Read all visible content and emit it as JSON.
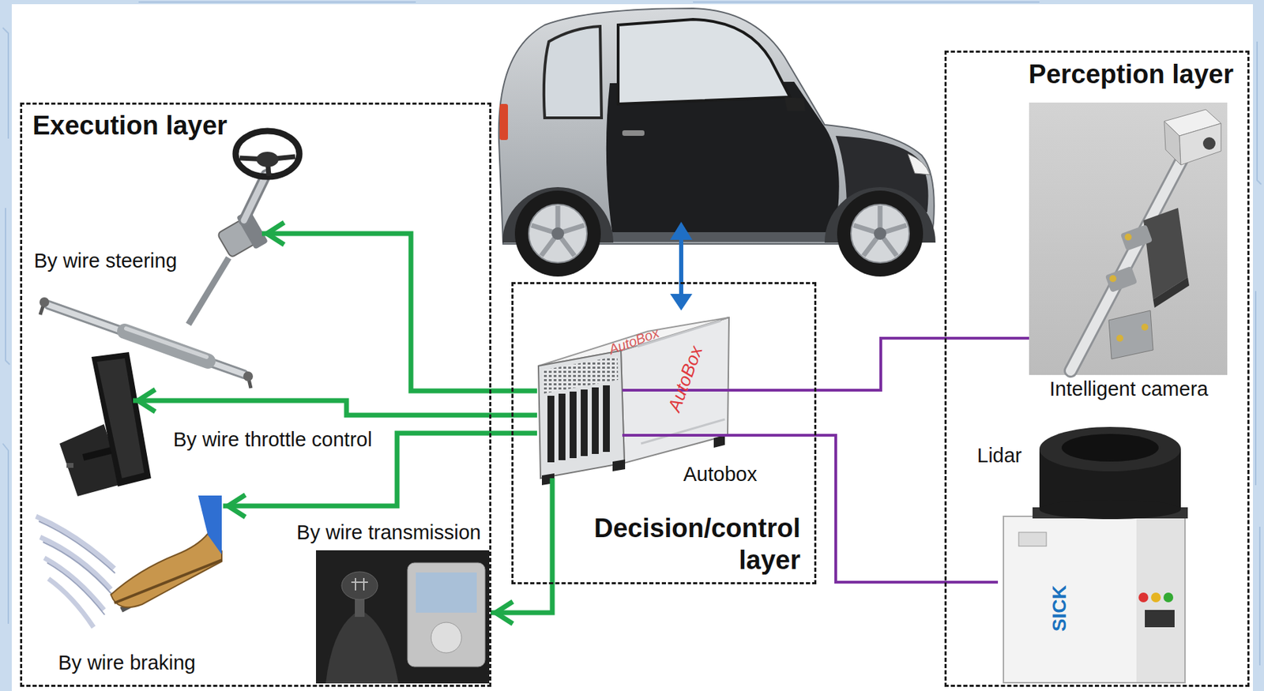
{
  "diagram": {
    "nodes": [
      {
        "text": [
          "Execution layer"
        ]
      },
      {
        "text": [
          "By wire steering"
        ],
        "in": 0
      },
      {
        "text": [
          "By wire throttle control"
        ],
        "in": 0
      },
      {
        "text": [
          "By wire braking"
        ],
        "in": 0
      },
      {
        "text": [
          "By wire transmission"
        ],
        "in": 0
      },
      {
        "text": [
          "Decision/control layer"
        ]
      },
      {
        "text": [
          "Autobox"
        ],
        "in": 5
      },
      {
        "text": [
          "Perception layer"
        ]
      },
      {
        "text": [
          "Intelligent camera"
        ],
        "in": 7
      },
      {
        "text": [
          "Lidar"
        ],
        "in": 7
      }
    ],
    "edges": [
      {
        "from": 6,
        "to": 1,
        "arrow": "to"
      },
      {
        "from": 6,
        "to": 2,
        "arrow": "to"
      },
      {
        "from": 6,
        "to": 3,
        "arrow": "to"
      },
      {
        "from": 6,
        "to": 4,
        "arrow": "to"
      },
      {
        "from": 8,
        "to": 6,
        "arrow": "none"
      },
      {
        "from": 9,
        "to": 6,
        "arrow": "none"
      }
    ],
    "labels": [
      "AutoBox",
      "AutoBox",
      "SICK"
    ]
  }
}
